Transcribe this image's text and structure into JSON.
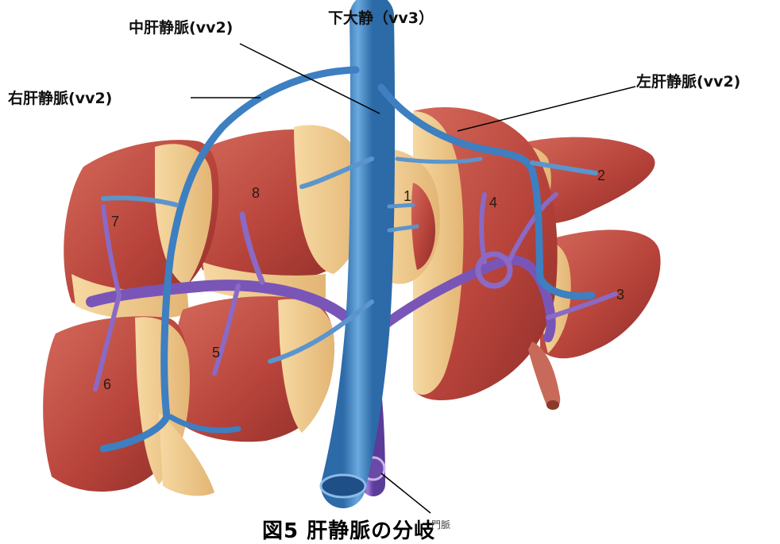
{
  "labels": {
    "ivc": "下大静（vv3）",
    "middle_hepatic": "中肝静脈(vv2)",
    "right_hepatic": "右肝静脈(vv2)",
    "left_hepatic": "左肝静脈(vv2)"
  },
  "segments": [
    "1",
    "2",
    "3",
    "4",
    "5",
    "6",
    "7",
    "8"
  ],
  "caption": {
    "title": "図5 肝静脈の分岐",
    "subscript": "門脈"
  },
  "colors": {
    "liver_red": "#b8443b",
    "liver_cut_face": "#f0c98a",
    "hepatic_vein_blue": "#3d7fc1",
    "portal_vein_purple": "#7a55b8",
    "leader_line": "#000000"
  }
}
